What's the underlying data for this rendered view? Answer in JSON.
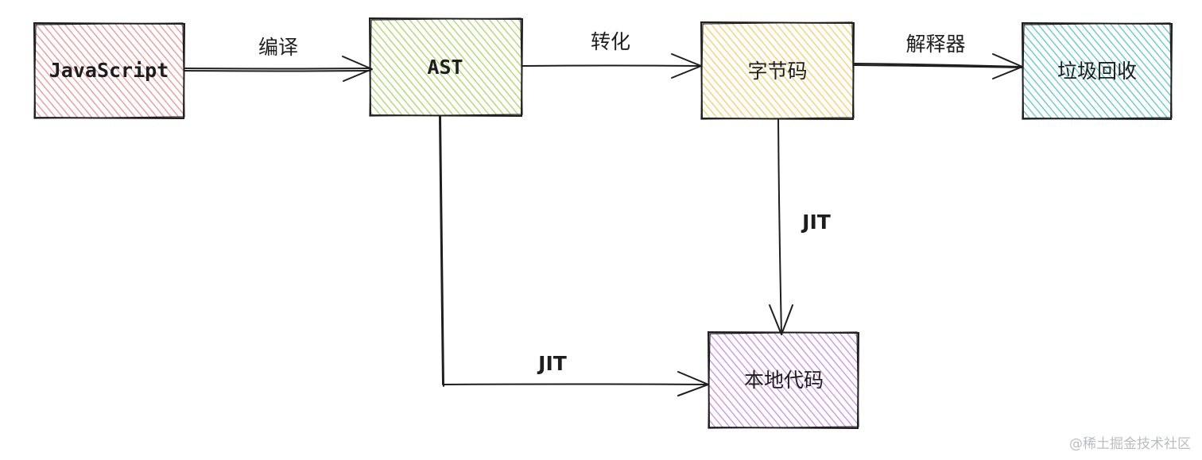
{
  "nodes": {
    "javascript": {
      "label": "JavaScript",
      "fill": "#f08c8c"
    },
    "ast": {
      "label": "AST",
      "fill": "#9bd34b"
    },
    "bytecode": {
      "label": "字节码",
      "fill": "#f2c84b"
    },
    "gc": {
      "label": "垃圾回收",
      "fill": "#3fbfc4"
    },
    "native": {
      "label": "本地代码",
      "fill": "#c67be0"
    }
  },
  "edges": {
    "compile": {
      "label": "编译"
    },
    "convert": {
      "label": "转化"
    },
    "interpret": {
      "label": "解释器"
    },
    "jit_bytecode": {
      "label": "JIT"
    },
    "jit_ast": {
      "label": "JIT"
    }
  },
  "watermark": {
    "text": "@稀土掘金技术社区"
  }
}
